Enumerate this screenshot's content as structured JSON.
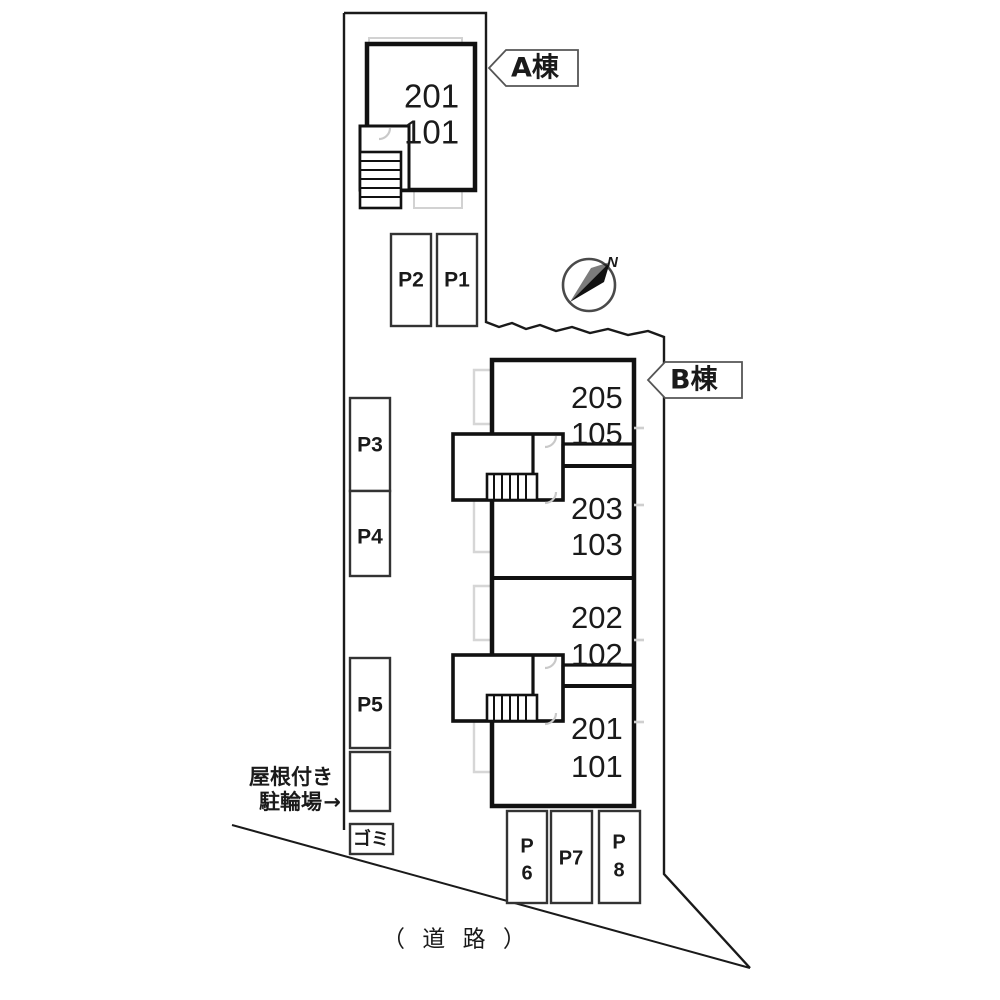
{
  "document": {
    "kind": "site-plan",
    "title": "配置図"
  },
  "buildings": [
    {
      "id": "A",
      "callout_label": "A棟",
      "units": [
        "201",
        "101"
      ]
    },
    {
      "id": "B",
      "callout_label": "B棟",
      "unit_groups": [
        {
          "upper": "205",
          "lower": "105"
        },
        {
          "upper": "203",
          "lower": "103"
        },
        {
          "upper": "202",
          "lower": "102"
        },
        {
          "upper": "201",
          "lower": "101"
        }
      ]
    }
  ],
  "parking": [
    {
      "id": "P2",
      "label": "P2",
      "lines": [
        "P2"
      ]
    },
    {
      "id": "P1",
      "label": "P1",
      "lines": [
        "P1"
      ]
    },
    {
      "id": "P3",
      "label": "P3",
      "lines": [
        "P3"
      ]
    },
    {
      "id": "P4",
      "label": "P4",
      "lines": [
        "P4"
      ]
    },
    {
      "id": "P5",
      "label": "P5",
      "lines": [
        "P5"
      ]
    },
    {
      "id": "P6",
      "label": "P6",
      "lines": [
        "P",
        "6"
      ]
    },
    {
      "id": "P7",
      "label": "P7",
      "lines": [
        "P7"
      ]
    },
    {
      "id": "P8",
      "label": "P8",
      "lines": [
        "P",
        "8"
      ]
    }
  ],
  "annotations": {
    "bicycle_parking_line1": "屋根付き",
    "bicycle_parking_line2": "駐輪場",
    "bicycle_parking_arrow": "→",
    "garbage": "ゴミ",
    "road": "（ 道 路 ）",
    "compass_north": "N"
  },
  "colors": {
    "line": "#1a1a1a",
    "wall": "#111111",
    "faint": "#cfcfcf",
    "background": "#ffffff",
    "callout_fill": "#ffffff"
  }
}
